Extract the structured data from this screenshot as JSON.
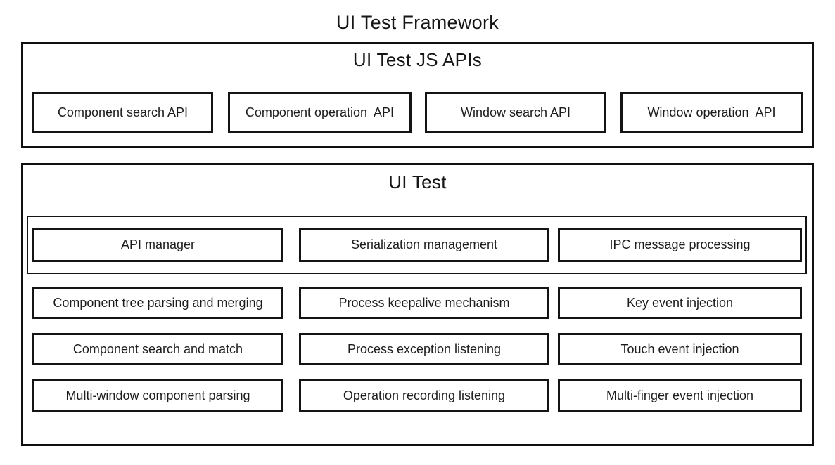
{
  "title": "UI Test Framework",
  "colors": {
    "background": "#ffffff",
    "border": "#101010",
    "text": "#1a1a1a"
  },
  "sections": {
    "js_apis": {
      "heading": "UI Test JS APIs",
      "boxes": [
        "Component search API",
        "Component operation  API",
        "Window search API",
        "Window operation  API"
      ]
    },
    "ui_test": {
      "heading": "UI Test",
      "manager_row": [
        "API manager",
        "Serialization management",
        "IPC message processing"
      ],
      "grid": [
        [
          "Component tree parsing and merging",
          "Process keepalive mechanism",
          "Key event injection"
        ],
        [
          "Component search and match",
          "Process exception listening",
          "Touch event injection"
        ],
        [
          "Multi-window component parsing",
          "Operation recording listening",
          "Multi-finger event injection"
        ]
      ]
    }
  }
}
